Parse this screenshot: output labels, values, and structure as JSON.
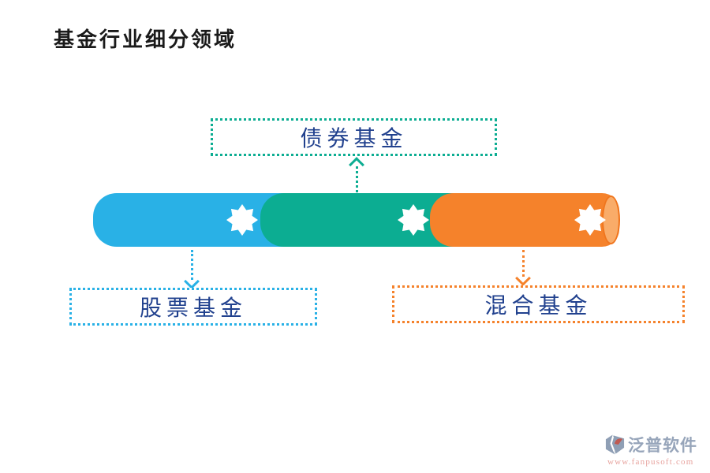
{
  "title": "基金行业细分领域",
  "diagram": {
    "type": "segmented-cylinder",
    "segments": [
      {
        "id": "stock",
        "label": "股票基金",
        "color": "#29B1E6",
        "label_position": "below"
      },
      {
        "id": "bond",
        "label": "债券基金",
        "color": "#0CAD92",
        "label_position": "above"
      },
      {
        "id": "mixed",
        "label": "混合基金",
        "color": "#F5822B",
        "label_position": "below"
      }
    ],
    "label_text_color": "#21418E",
    "cylinder_cap_color": "#F9AC69",
    "star_icon_color": "#FFFFFF"
  },
  "watermark": {
    "brand": "泛普软件",
    "url": "www.fanpusoft.com",
    "brand_color": "#97A5BA",
    "url_color": "#E7A29D"
  }
}
